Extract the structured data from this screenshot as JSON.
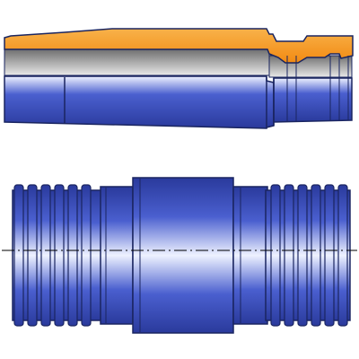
{
  "colors": {
    "background": "#ffffff",
    "outline": "#1a2560",
    "metal_dark": "#2a3a9c",
    "metal_mid": "#4a5fcf",
    "metal_light": "#eef2ff",
    "section_orange": "#f28a12",
    "section_orange_light": "#f8b24a",
    "section_gray_dark": "#6f6f6f",
    "section_gray_light": "#e8e8e8",
    "centerline": "#000000"
  },
  "figure": {
    "top_view": "sectioned-half-view",
    "bottom_view": "full-external-view",
    "centerline": "dash-dot"
  }
}
